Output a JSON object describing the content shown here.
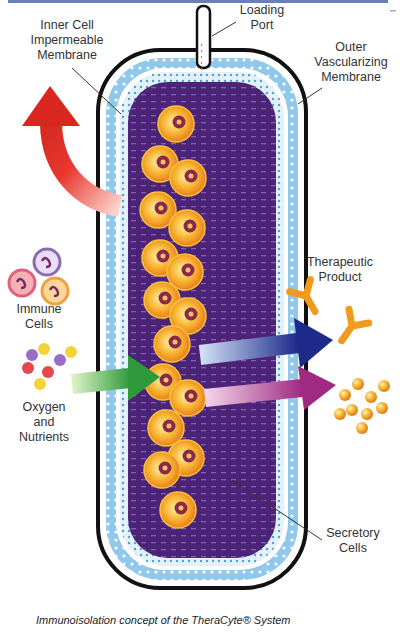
{
  "diagram": {
    "caption": "Immunoisolation concept of the TheraCyte® System",
    "labels": [
      "Inner Cell Impermeable Membrane",
      "Loading Port",
      "Outer Vascularizing Membrane",
      "Therapeutic Product",
      "Immune Cells",
      "Oxygen and Nutrients",
      "Secretory Cells"
    ]
  }
}
